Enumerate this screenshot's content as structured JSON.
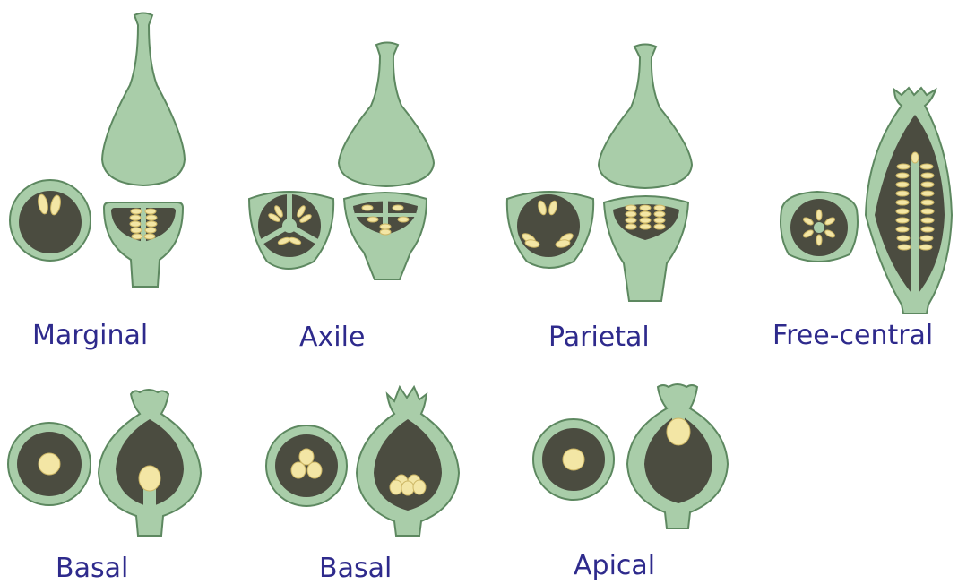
{
  "labels": {
    "marginal": "Marginal",
    "axile": "Axile",
    "parietal": "Parietal",
    "free_central": "Free-central",
    "basal_1": "Basal",
    "basal_2": "Basal",
    "apical": "Apical"
  },
  "colors": {
    "tissue": "#a9cda9",
    "tissue_dark": "#8fb58f",
    "outline": "#5d8860",
    "cavity": "#4b4c40",
    "ovule": "#f3e6a5",
    "ovule_edge": "#cdb766",
    "label_text": "#2e2a8c"
  }
}
